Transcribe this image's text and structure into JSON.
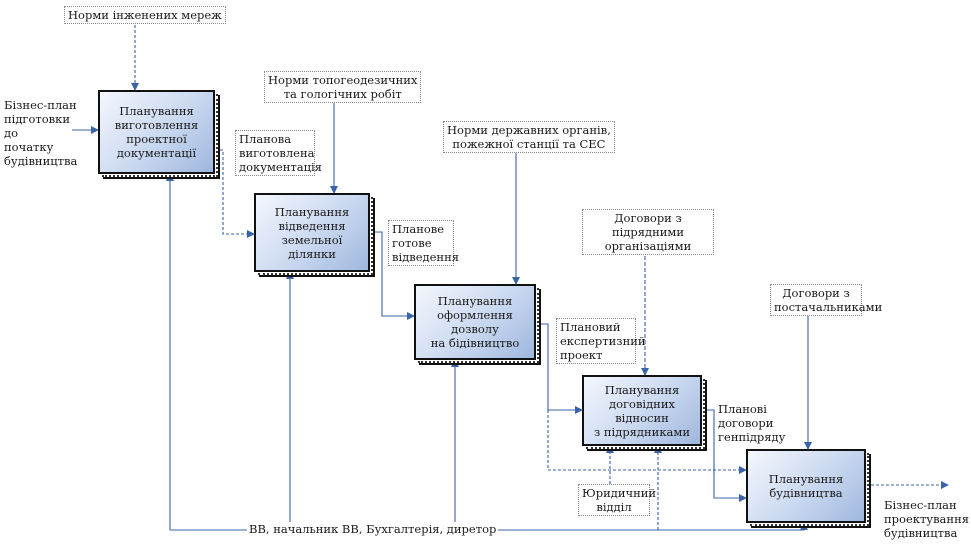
{
  "boxes": {
    "b1": "Планування\nвиготовлення\nпроектної\nдокументації",
    "b2": "Планування\nвідведення\nземельної ділянки",
    "b3": "Планування\nоформлення дозволу\nна бідівництво",
    "b4": "Планування\nдоговідних відносин\nз підрядниками",
    "b5": "Планування\nбудівництва"
  },
  "inputs": {
    "business_plan_start": "Бізнес-план\nпідготовки до\nпочатку\nбудівництва"
  },
  "outputs": {
    "business_plan_design": "Бізнес-план\nпроектування\nбудівництва"
  },
  "controls": {
    "engineering_norms": "Норми інженених мереж",
    "topo_norms": "Норми топогеодезичних\nта гологічних робіт",
    "state_norms": "Норми державних органів,\nпожежної станції та СЕС",
    "subcontract_agreements": "Договори з підрядними\nорганізаціями",
    "supplier_agreements": "Договори з\nпостачальниками"
  },
  "flows": {
    "planned_docs": "Планова\nвиготовлена\nдокументація",
    "planned_allocation": "Планове\nготове\nвідведення",
    "planned_project": "Плановий\nекспертизний\nпроект",
    "planned_contracts": "Планові\nдоговори\nгенпідряду"
  },
  "mechanisms": {
    "staff": "ВВ, начальник ВВ, Бухгалтерія, диретор",
    "legal_dept": "Юридичний\nвідділ"
  },
  "colors": {
    "arrow": "#3a63a8",
    "box_border": "#111111",
    "box_fill_light": "#f4f7fd",
    "box_fill_dark": "#9fb7de"
  }
}
